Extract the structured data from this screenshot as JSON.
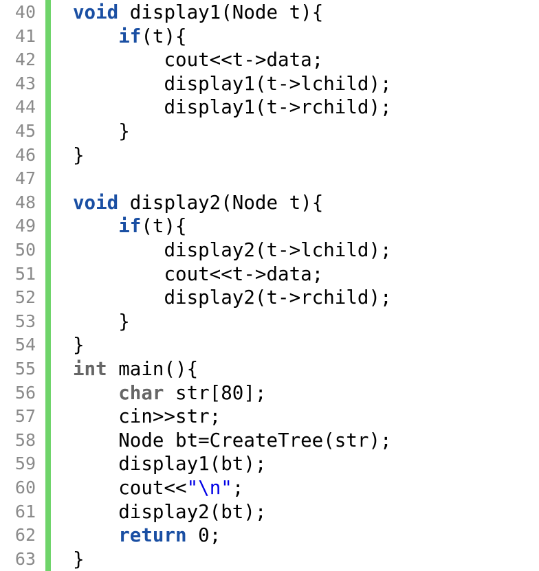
{
  "colors": {
    "background": "#ffffff",
    "line_number": "#8a8a8a",
    "change_bar": "#6fd46a",
    "keyword": "#1a4fa3",
    "type_keyword": "#666666",
    "string": "#0000e6",
    "text": "#000000"
  },
  "lines": [
    {
      "num": "40",
      "tokens": [
        {
          "t": "void",
          "c": "kw"
        },
        {
          "t": " display1(Node t){",
          "c": ""
        }
      ]
    },
    {
      "num": "41",
      "tokens": [
        {
          "t": "    ",
          "c": ""
        },
        {
          "t": "if",
          "c": "kw"
        },
        {
          "t": "(t){",
          "c": ""
        }
      ]
    },
    {
      "num": "42",
      "tokens": [
        {
          "t": "        cout<<t->data;",
          "c": ""
        }
      ]
    },
    {
      "num": "43",
      "tokens": [
        {
          "t": "        display1(t->lchild);",
          "c": ""
        }
      ]
    },
    {
      "num": "44",
      "tokens": [
        {
          "t": "        display1(t->rchild);",
          "c": ""
        }
      ]
    },
    {
      "num": "45",
      "tokens": [
        {
          "t": "    }",
          "c": ""
        }
      ]
    },
    {
      "num": "46",
      "tokens": [
        {
          "t": "}",
          "c": ""
        }
      ]
    },
    {
      "num": "47",
      "tokens": []
    },
    {
      "num": "48",
      "tokens": [
        {
          "t": "void",
          "c": "kw"
        },
        {
          "t": " display2(Node t){",
          "c": ""
        }
      ]
    },
    {
      "num": "49",
      "tokens": [
        {
          "t": "    ",
          "c": ""
        },
        {
          "t": "if",
          "c": "kw"
        },
        {
          "t": "(t){",
          "c": ""
        }
      ]
    },
    {
      "num": "50",
      "tokens": [
        {
          "t": "        display2(t->lchild);",
          "c": ""
        }
      ]
    },
    {
      "num": "51",
      "tokens": [
        {
          "t": "        cout<<t->data;",
          "c": ""
        }
      ]
    },
    {
      "num": "52",
      "tokens": [
        {
          "t": "        display2(t->rchild);",
          "c": ""
        }
      ]
    },
    {
      "num": "53",
      "tokens": [
        {
          "t": "    }",
          "c": ""
        }
      ]
    },
    {
      "num": "54",
      "tokens": [
        {
          "t": "}",
          "c": ""
        }
      ]
    },
    {
      "num": "55",
      "tokens": [
        {
          "t": "int",
          "c": "type"
        },
        {
          "t": " main(){",
          "c": ""
        }
      ]
    },
    {
      "num": "56",
      "tokens": [
        {
          "t": "    ",
          "c": ""
        },
        {
          "t": "char",
          "c": "type"
        },
        {
          "t": " str[80];",
          "c": ""
        }
      ]
    },
    {
      "num": "57",
      "tokens": [
        {
          "t": "    cin>>str;",
          "c": ""
        }
      ]
    },
    {
      "num": "58",
      "tokens": [
        {
          "t": "    Node bt=CreateTree(str);",
          "c": ""
        }
      ]
    },
    {
      "num": "59",
      "tokens": [
        {
          "t": "    display1(bt);",
          "c": ""
        }
      ]
    },
    {
      "num": "60",
      "tokens": [
        {
          "t": "    cout<<",
          "c": ""
        },
        {
          "t": "\"\\n\"",
          "c": "str"
        },
        {
          "t": ";",
          "c": ""
        }
      ]
    },
    {
      "num": "61",
      "tokens": [
        {
          "t": "    display2(bt);",
          "c": ""
        }
      ]
    },
    {
      "num": "62",
      "tokens": [
        {
          "t": "    ",
          "c": ""
        },
        {
          "t": "return",
          "c": "kw"
        },
        {
          "t": " 0;",
          "c": ""
        }
      ]
    },
    {
      "num": "63",
      "tokens": [
        {
          "t": "}",
          "c": ""
        }
      ]
    }
  ]
}
